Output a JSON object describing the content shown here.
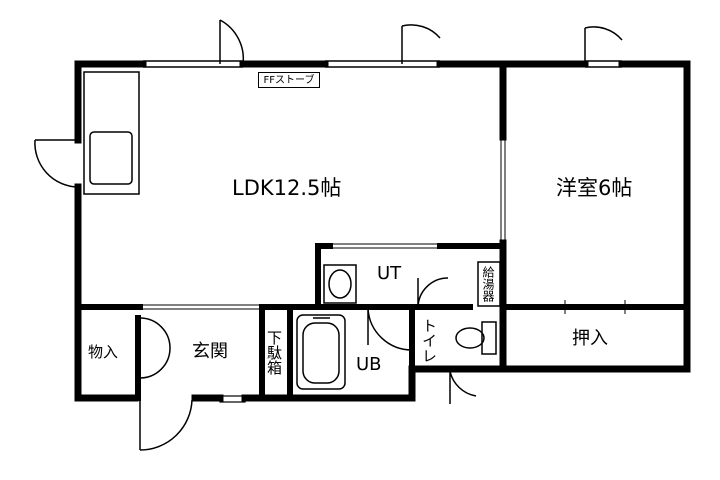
{
  "rooms": {
    "ldk": "LDK12.5帖",
    "western": "洋室6帖",
    "ut": "UT",
    "ub": "UB",
    "genkan": "玄関",
    "monoire": "物入",
    "oshiire": "押入",
    "toilet": "トイレ",
    "getabako": "下駄箱",
    "water_heater": "給湯器"
  },
  "fixtures": {
    "ff_stove": "FFストーブ"
  }
}
